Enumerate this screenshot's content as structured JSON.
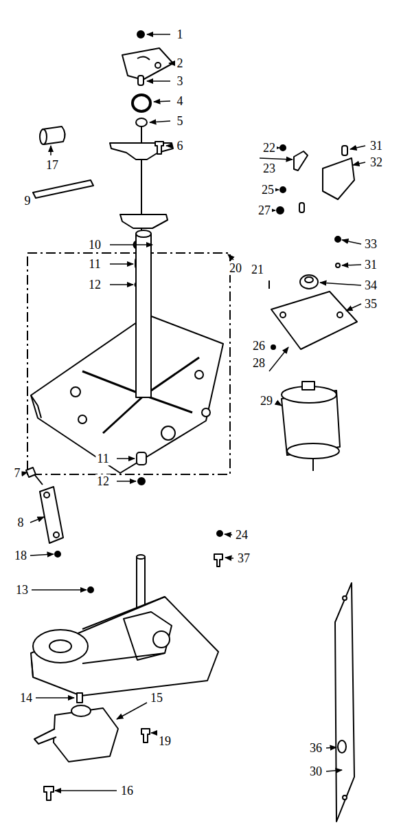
{
  "diagram": {
    "labels": [
      "1",
      "2",
      "3",
      "4",
      "5",
      "17",
      "6",
      "9",
      "22",
      "23",
      "31",
      "32",
      "25",
      "27",
      "33",
      "20",
      "10",
      "31",
      "11",
      "34",
      "12",
      "21",
      "35",
      "26",
      "28",
      "29",
      "7",
      "11",
      "12",
      "8",
      "24",
      "18",
      "37",
      "13",
      "14",
      "15",
      "19",
      "16",
      "36",
      "30"
    ]
  }
}
